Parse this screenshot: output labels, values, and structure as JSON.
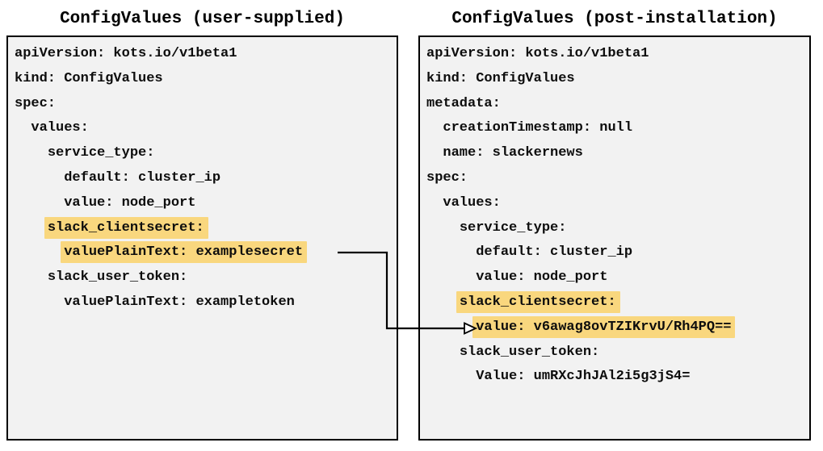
{
  "titles": {
    "left": "ConfigValues (user-supplied)",
    "right": "ConfigValues (post-installation)"
  },
  "colors": {
    "highlight": "#f9d77e",
    "box_background": "#f2f2f2",
    "box_border": "#000000",
    "text": "#0d0d0d"
  },
  "left_panel": {
    "lines": [
      {
        "indent": "",
        "text": "apiVersion: kots.io/v1beta1",
        "highlight": false
      },
      {
        "indent": "",
        "text": "kind: ConfigValues",
        "highlight": false
      },
      {
        "indent": "",
        "text": "spec:",
        "highlight": false
      },
      {
        "indent": "  ",
        "text": "values:",
        "highlight": false
      },
      {
        "indent": "    ",
        "text": "service_type:",
        "highlight": false
      },
      {
        "indent": "      ",
        "text": "default: cluster_ip",
        "highlight": false
      },
      {
        "indent": "      ",
        "text": "value: node_port",
        "highlight": false
      },
      {
        "indent": "    ",
        "text": "slack_clientsecret:",
        "highlight": true
      },
      {
        "indent": "      ",
        "text": "valuePlainText: examplesecret",
        "highlight": true
      },
      {
        "indent": "    ",
        "text": "slack_user_token:",
        "highlight": false
      },
      {
        "indent": "      ",
        "text": "valuePlainText: exampletoken",
        "highlight": false
      }
    ]
  },
  "right_panel": {
    "lines": [
      {
        "indent": "",
        "text": "apiVersion: kots.io/v1beta1",
        "highlight": false
      },
      {
        "indent": "",
        "text": "kind: ConfigValues",
        "highlight": false
      },
      {
        "indent": "",
        "text": "metadata:",
        "highlight": false
      },
      {
        "indent": "  ",
        "text": "creationTimestamp: null",
        "highlight": false
      },
      {
        "indent": "  ",
        "text": "name: slackernews",
        "highlight": false
      },
      {
        "indent": "",
        "text": "spec:",
        "highlight": false
      },
      {
        "indent": "  ",
        "text": "values:",
        "highlight": false
      },
      {
        "indent": "    ",
        "text": "service_type:",
        "highlight": false
      },
      {
        "indent": "      ",
        "text": "default: cluster_ip",
        "highlight": false
      },
      {
        "indent": "      ",
        "text": "value: node_port",
        "highlight": false
      },
      {
        "indent": "    ",
        "text": "slack_clientsecret:",
        "highlight": true
      },
      {
        "indent": "      ",
        "text": "value: v6awag8ovTZIKrvU/Rh4PQ==",
        "highlight": true
      },
      {
        "indent": "    ",
        "text": "slack_user_token:",
        "highlight": false
      },
      {
        "indent": "      ",
        "text": "Value: umRXcJhJAl2i5g3jS4=",
        "highlight": false
      }
    ]
  }
}
